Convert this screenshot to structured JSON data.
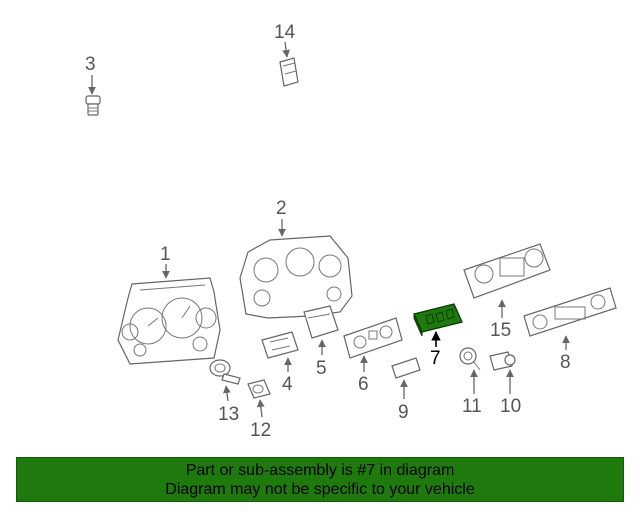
{
  "colors": {
    "banner": "#1f7a0d",
    "highlight_part": "#1f7a0d",
    "line": "#666666"
  },
  "diagram": {
    "highlighted_part": "7",
    "callouts": {
      "c1": "1",
      "c2": "2",
      "c3": "3",
      "c4": "4",
      "c5": "5",
      "c6": "6",
      "c7": "7",
      "c8": "8",
      "c9": "9",
      "c10": "10",
      "c11": "11",
      "c12": "12",
      "c13": "13",
      "c14": "14",
      "c15": "15"
    }
  },
  "banner": {
    "line1": "Part or sub-assembly is #7 in diagram",
    "line2": "Diagram may not be specific to your vehicle"
  }
}
